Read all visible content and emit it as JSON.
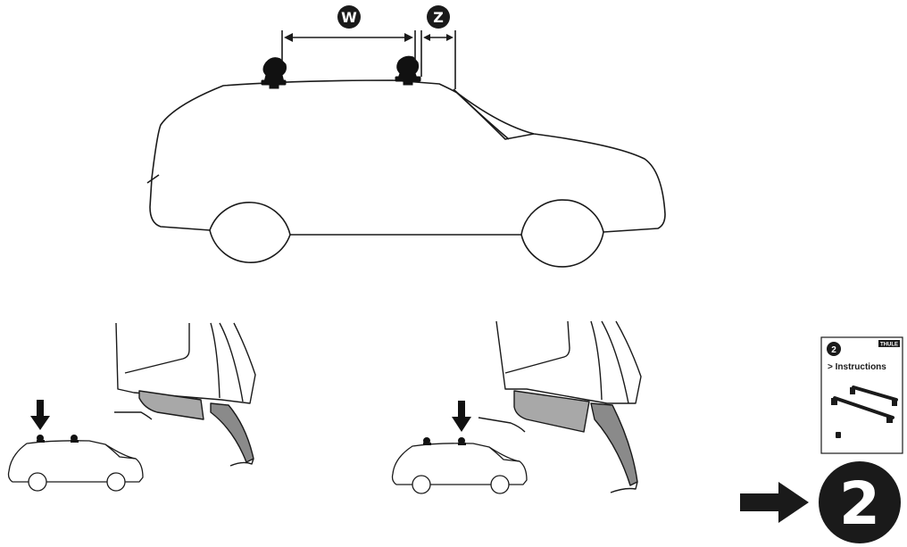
{
  "measure_w": {
    "label": "W",
    "color": "#1a1a1a"
  },
  "measure_z": {
    "label": "Z",
    "color": "#1a1a1a"
  },
  "booklet": {
    "step_number": "2",
    "brand": "THULE",
    "title": "> Instructions"
  },
  "next_step": {
    "number": "2"
  },
  "colors": {
    "line": "#1a1a1a",
    "foot_fill": "#111111",
    "pad_gray": "#a8a8a8",
    "pad_dark": "#8a8a8a"
  },
  "icons": [
    "arrow-down-icon",
    "arrow-right-icon",
    "roof-foot-icon",
    "roof-bar-icon"
  ]
}
